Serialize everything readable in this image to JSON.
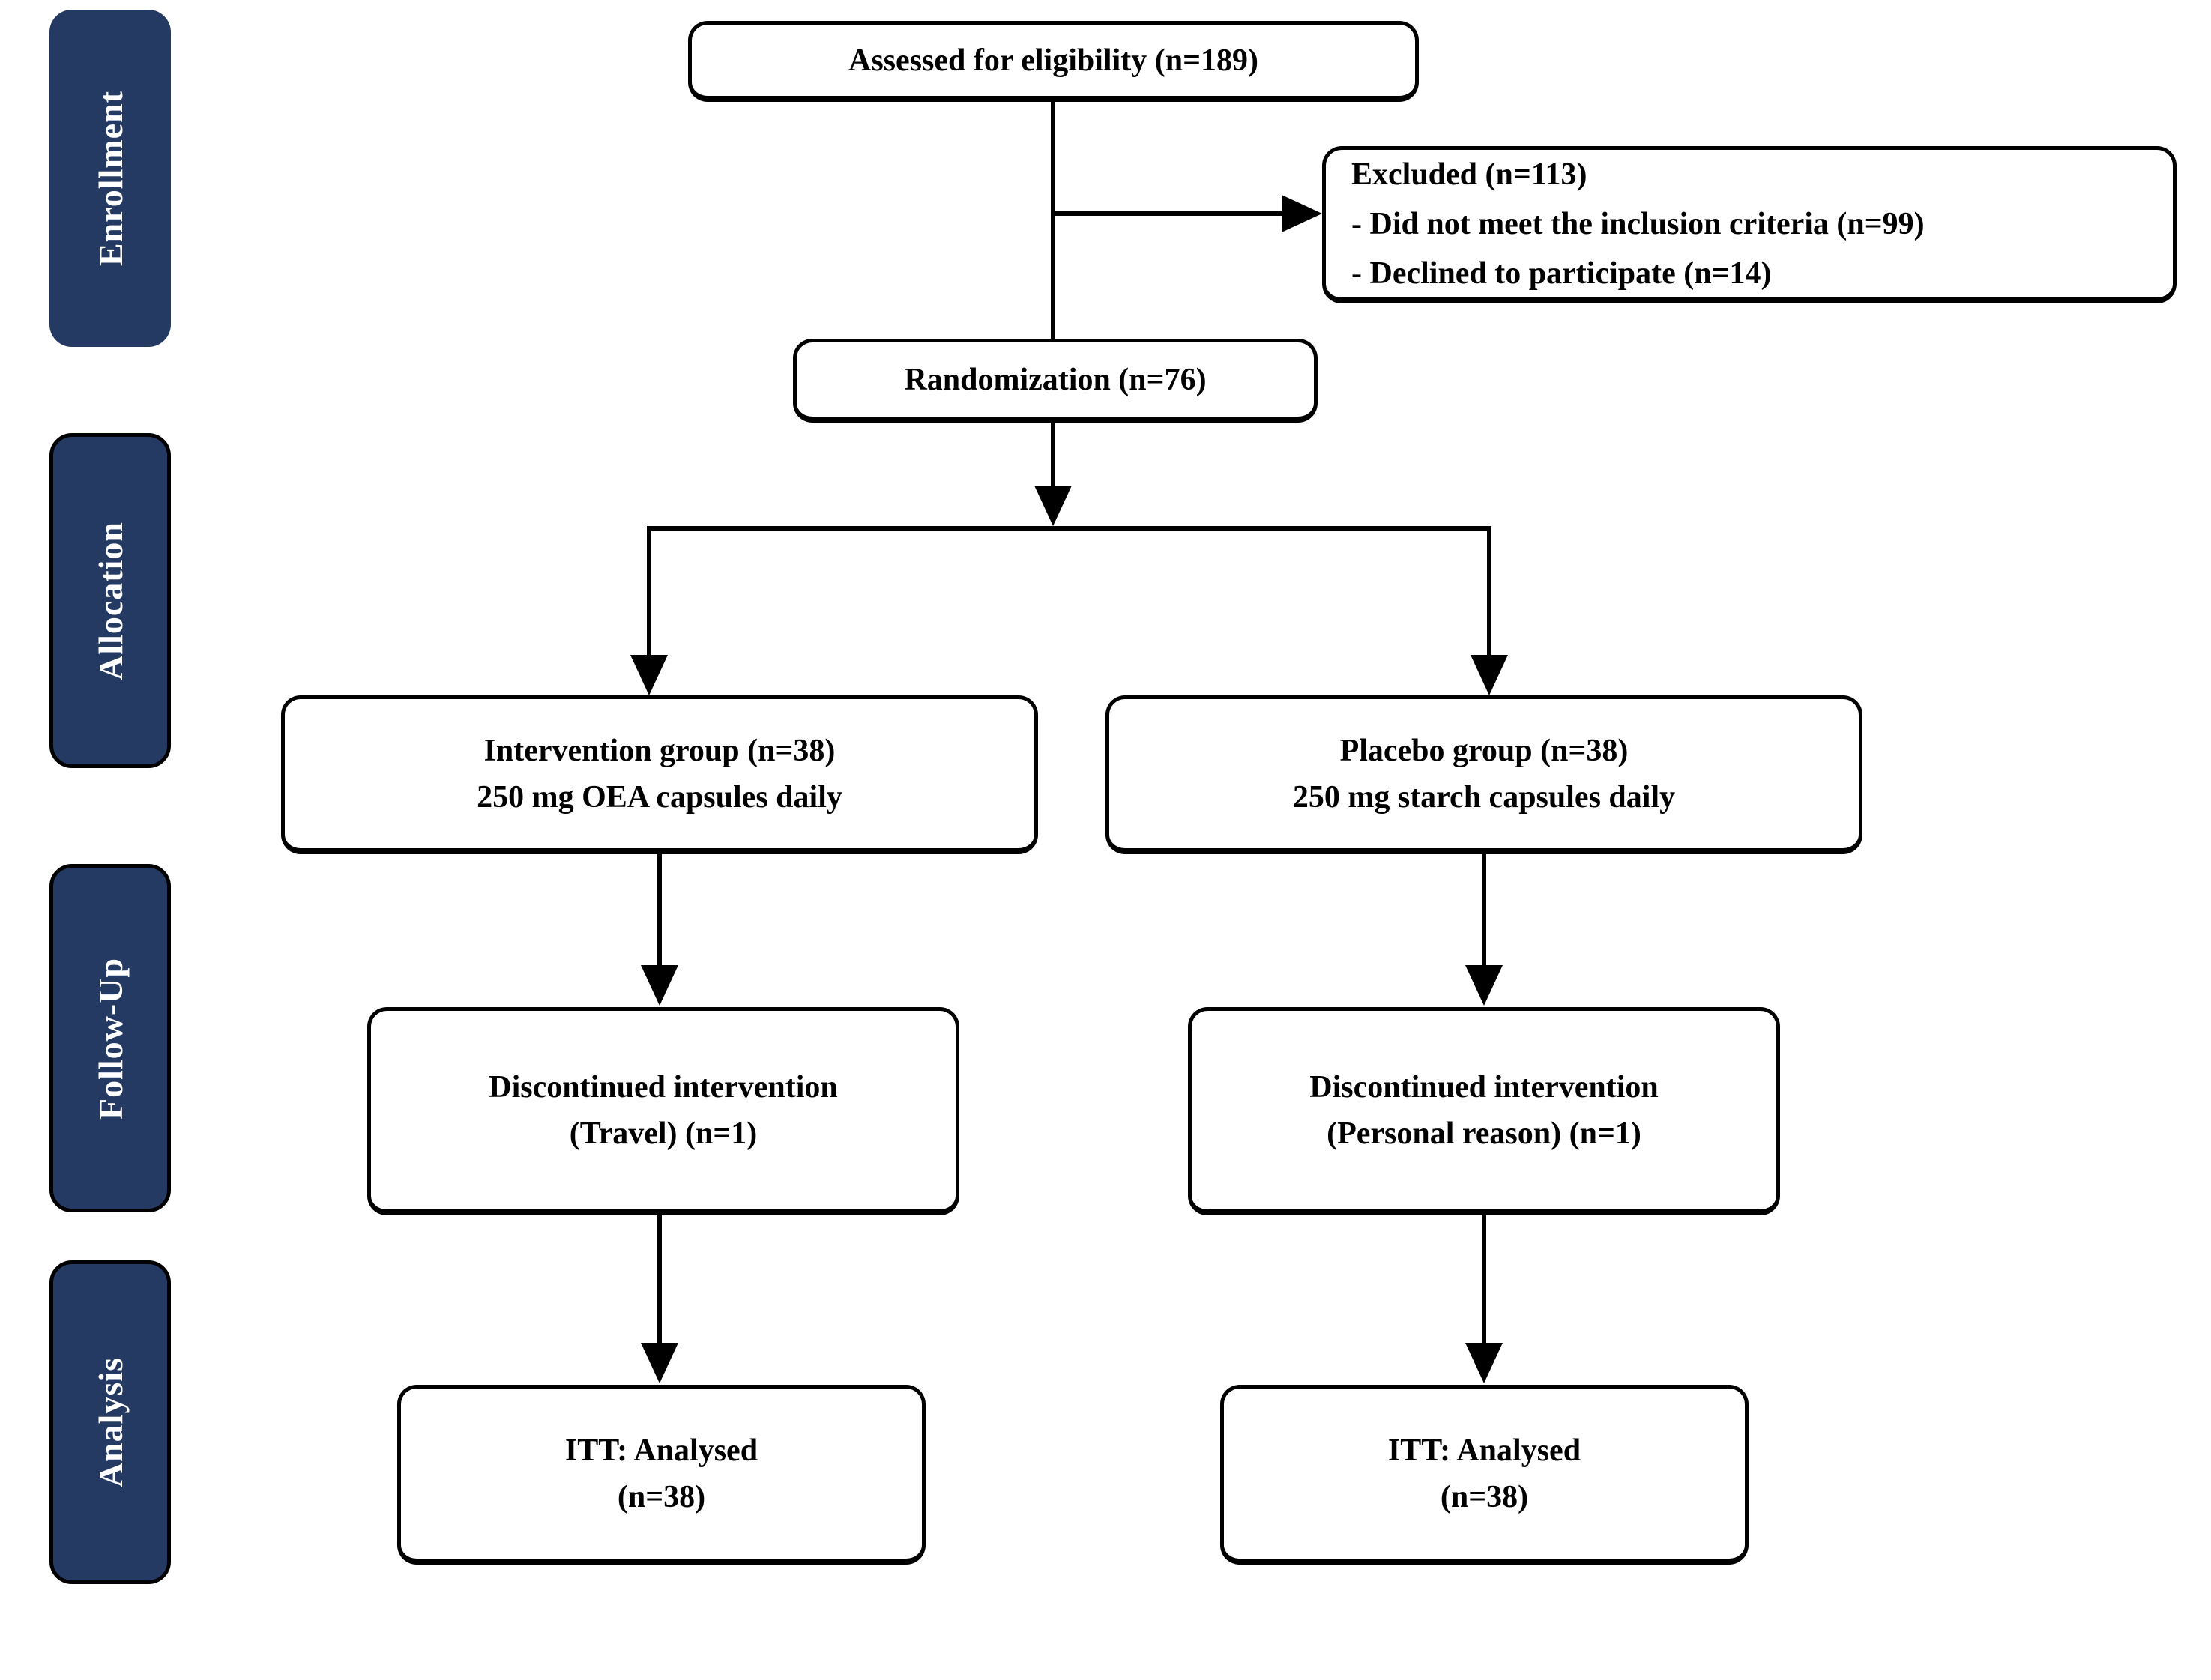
{
  "stages": [
    {
      "label": "Enrollment"
    },
    {
      "label": "Allocation"
    },
    {
      "label": "Follow-Up"
    },
    {
      "label": "Analysis"
    }
  ],
  "boxes": {
    "assessed": {
      "lines": [
        "Assessed for eligibility (n=189)"
      ]
    },
    "excluded": {
      "lines": [
        "Excluded (n=113)",
        "- Did not meet the inclusion criteria (n=99)",
        "- Declined to participate (n=14)"
      ]
    },
    "randomization": {
      "lines": [
        "Randomization (n=76)"
      ]
    },
    "intervention": {
      "lines": [
        "Intervention group (n=38)",
        "250 mg OEA capsules daily"
      ]
    },
    "placebo": {
      "lines": [
        "Placebo group (n=38)",
        "250 mg starch capsules daily"
      ]
    },
    "discontinued_intervention": {
      "lines": [
        "Discontinued intervention",
        "(Travel) (n=1)"
      ]
    },
    "discontinued_placebo": {
      "lines": [
        "Discontinued intervention",
        "(Personal reason) (n=1)"
      ]
    },
    "itt_intervention": {
      "lines": [
        "ITT: Analysed",
        "(n=38)"
      ]
    },
    "itt_placebo": {
      "lines": [
        "ITT: Analysed",
        "(n=38)"
      ]
    }
  },
  "colors": {
    "stage_fill": "#243a63",
    "stage_text": "#ffffff",
    "box_fill": "#ffffff",
    "box_border": "#000000",
    "line_color": "#000000"
  }
}
